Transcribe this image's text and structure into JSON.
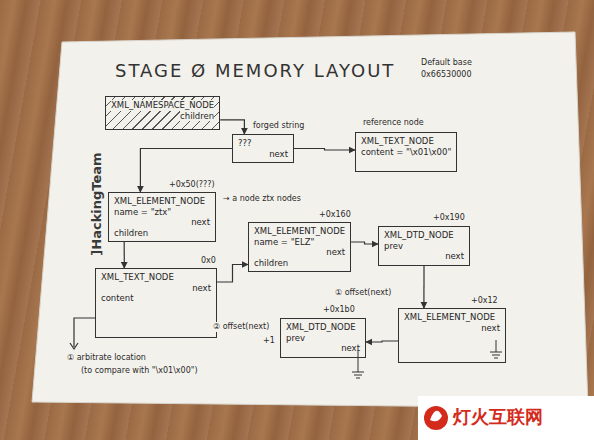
{
  "diagram": {
    "title": "STAGE Ø MEMORY LAYOUT",
    "nodes": [
      {
        "text": [
          "XML_NAMESPACE_NODE",
          "children"
        ]
      },
      {
        "text": [
          "???",
          "next"
        ]
      },
      {
        "text": [
          "XML_TEXT_NODE",
          "content = \"\\x01\\x00\""
        ]
      },
      {
        "text": [
          "XML_ELEMENT_NODE",
          "name = \"ztx\"",
          "next",
          "children"
        ]
      },
      {
        "text": [
          "XML_TEXT_NODE",
          "next",
          "content"
        ]
      },
      {
        "text": [
          "XML_ELEMENT_NODE",
          "name = \"ELZ\"",
          "next",
          "children"
        ]
      },
      {
        "text": [
          "XML_DTD_NODE",
          "prev",
          "next"
        ]
      },
      {
        "text": [
          "XML_DTD_NODE",
          "prev",
          "next"
        ]
      },
      {
        "text": [
          "XML_ELEMENT_NODE",
          "next"
        ]
      }
    ],
    "edges": [
      {
        "from": 0,
        "to": 1,
        "arrow": "to"
      },
      {
        "from": 1,
        "to": 2,
        "arrow": "to"
      },
      {
        "from": 1,
        "to": 3,
        "arrow": "to"
      },
      {
        "from": 3,
        "to": 4,
        "arrow": "to"
      },
      {
        "from": 4,
        "to": 5,
        "arrow": "to"
      },
      {
        "from": 5,
        "to": 6,
        "arrow": "to"
      },
      {
        "from": 6,
        "to": 8,
        "arrow": "to"
      },
      {
        "from": 8,
        "to": 7,
        "arrow": "to"
      }
    ],
    "labels": [
      "forged string",
      "reference node",
      "+0x50(???)",
      "→ a node ztx nodes",
      "0x0",
      "+0x160",
      "+0x190",
      "+0x1b0",
      "+0x12",
      "① offset(next)",
      "② offset(next)",
      "+1",
      "① arbitrate location",
      "(to compare with \"\\x01\\x00\")",
      "Default base",
      "0x66530000",
      "]HackingTeam",
      "灯火互联网"
    ]
  }
}
